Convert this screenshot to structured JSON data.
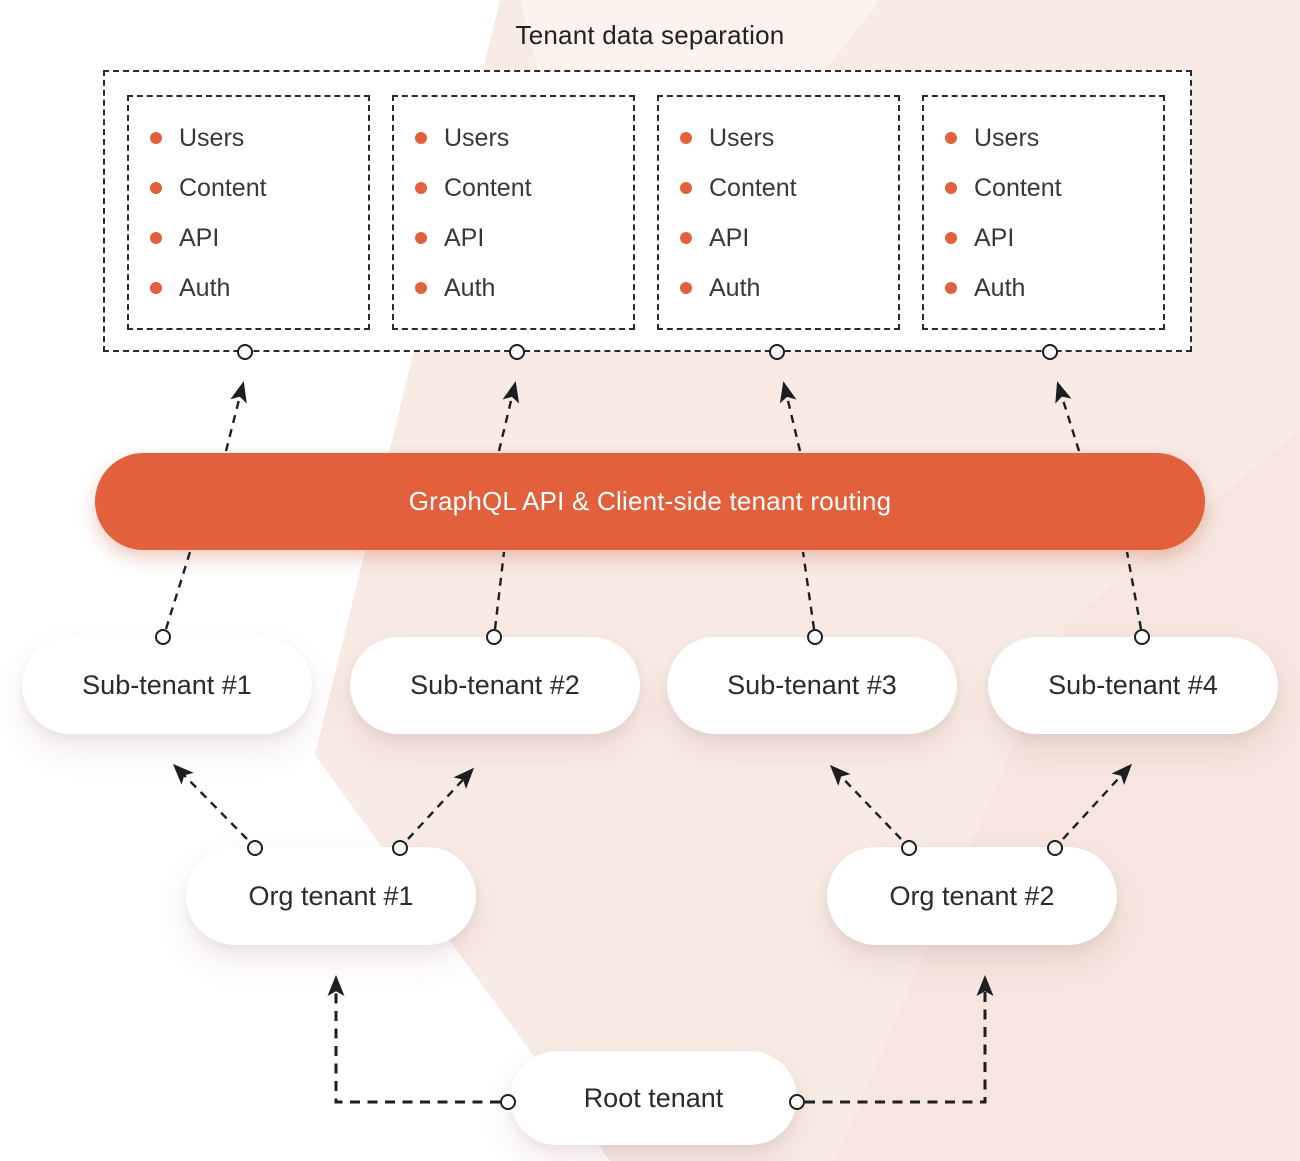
{
  "title": "Tenant data separation",
  "tenant_boxes": [
    {
      "items": [
        "Users",
        "Content",
        "API",
        "Auth"
      ]
    },
    {
      "items": [
        "Users",
        "Content",
        "API",
        "Auth"
      ]
    },
    {
      "items": [
        "Users",
        "Content",
        "API",
        "Auth"
      ]
    },
    {
      "items": [
        "Users",
        "Content",
        "API",
        "Auth"
      ]
    }
  ],
  "routing_bar": {
    "label": "GraphQL API & Client-side tenant routing"
  },
  "sub_tenants": [
    {
      "label": "Sub-tenant #1"
    },
    {
      "label": "Sub-tenant #2"
    },
    {
      "label": "Sub-tenant #3"
    },
    {
      "label": "Sub-tenant #4"
    }
  ],
  "org_tenants": [
    {
      "label": "Org tenant #1"
    },
    {
      "label": "Org tenant #2"
    }
  ],
  "root_tenant": {
    "label": "Root tenant"
  },
  "colors": {
    "accent": "#e2603c",
    "connector": "#1e1e1e",
    "background_tint": "#f8eae4"
  }
}
